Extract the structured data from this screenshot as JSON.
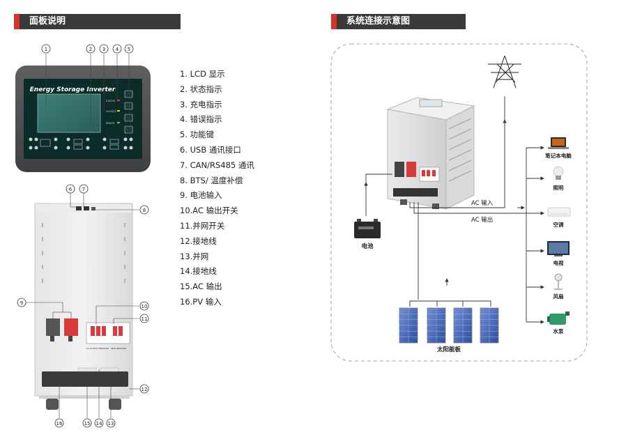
{
  "left_section": {
    "title": "面板说明"
  },
  "right_section": {
    "title": "系统连接示意图"
  },
  "front_panel": {
    "brand": "Energy Storage Inverter",
    "led_labels": [
      "STATUS",
      "CHARGE",
      "ERROR"
    ],
    "callouts": [
      "1",
      "2",
      "3",
      "4",
      "5"
    ]
  },
  "side_panel": {
    "callouts": [
      "6",
      "7",
      "8",
      "9",
      "10",
      "11",
      "12",
      "13",
      "14",
      "15",
      "16"
    ],
    "switch_labels": [
      "AC OUTPUT BREAKER",
      "GRID BREAKER"
    ]
  },
  "legend_items": [
    "1.  LCD 显示",
    "2.  状态指示",
    "3.  充电指示",
    "4.  错误指示",
    "5.  功能键",
    "6.  USB 通讯接口",
    "7.  CAN/RS485 通讯",
    "8.  BTS/ 温度补偿",
    "9.  电池输入",
    "10.AC 输出开关",
    "11.并网开关",
    "12.接地线",
    "13.并网",
    "14.接地线",
    "15.AC 输出",
    "16.PV 输入"
  ],
  "system": {
    "battery_label": "电池",
    "solar_label": "太阳能板",
    "ac_in_label": "AC 输入",
    "ac_out_label": "AC 输出",
    "loads": [
      "笔记本电脑",
      "照明",
      "空调",
      "电视",
      "风扇",
      "水泵"
    ]
  },
  "colors": {
    "accent": "#d6312c",
    "bar": "#3a3a3a",
    "panel": "#0c2c2a"
  }
}
